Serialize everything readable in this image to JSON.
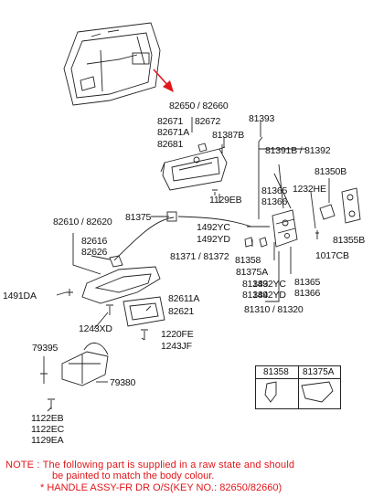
{
  "labels": {
    "l82650": "82650 / 82660",
    "l82671": "82671",
    "l82672": "82672",
    "l82671A": "82671A",
    "l81387B": "81387B",
    "l82681": "82681",
    "l81393": "81393",
    "l81391B": "81391B / 81392",
    "l81350B": "81350B",
    "l81365a": "81365",
    "l1232HE": "1232HE",
    "l81366a": "81366",
    "l1129EB": "1129EB",
    "l81375": "81375",
    "l82610": "82610 / 82620",
    "l1492YCa": "1492YC",
    "l1492YDa": "1492YD",
    "l82616": "82616",
    "l82626": "82626",
    "l81371": "81371 / 81372",
    "l81358": "81358",
    "l81375A": "81375A",
    "l1017CB": "1017CB",
    "l81355B": "81355B",
    "l81383": "81383",
    "l1492YCb": "1492YC",
    "l81365b": "81365",
    "l81384": "81384",
    "l1492YDb": "1492YD",
    "l81366b": "81366",
    "l1491DA": "1491DA",
    "l82611A": "82611A",
    "l82621": "82621",
    "l81310": "81310 / 81320",
    "l1243XD": "1243XD",
    "l1220FE": "1220FE",
    "l1243JF": "1243JF",
    "l79395": "79395",
    "l79380": "79380",
    "l1122EB": "1122EB",
    "l1122EC": "1122EC",
    "l1129EA": "1129EA"
  },
  "inset": {
    "left_label": "81358",
    "right_label": "81375A"
  },
  "notes": {
    "line1": "NOTE : The following part is supplied in a raw state and should",
    "line2": "be painted to match the body colour.",
    "line3": "* HANDLE ASSY-FR DR O/S(KEY NO.: 82650/82660)"
  },
  "colors": {
    "arrow": "#e0161a",
    "note_text": "#e0161a",
    "line": "#222222"
  }
}
